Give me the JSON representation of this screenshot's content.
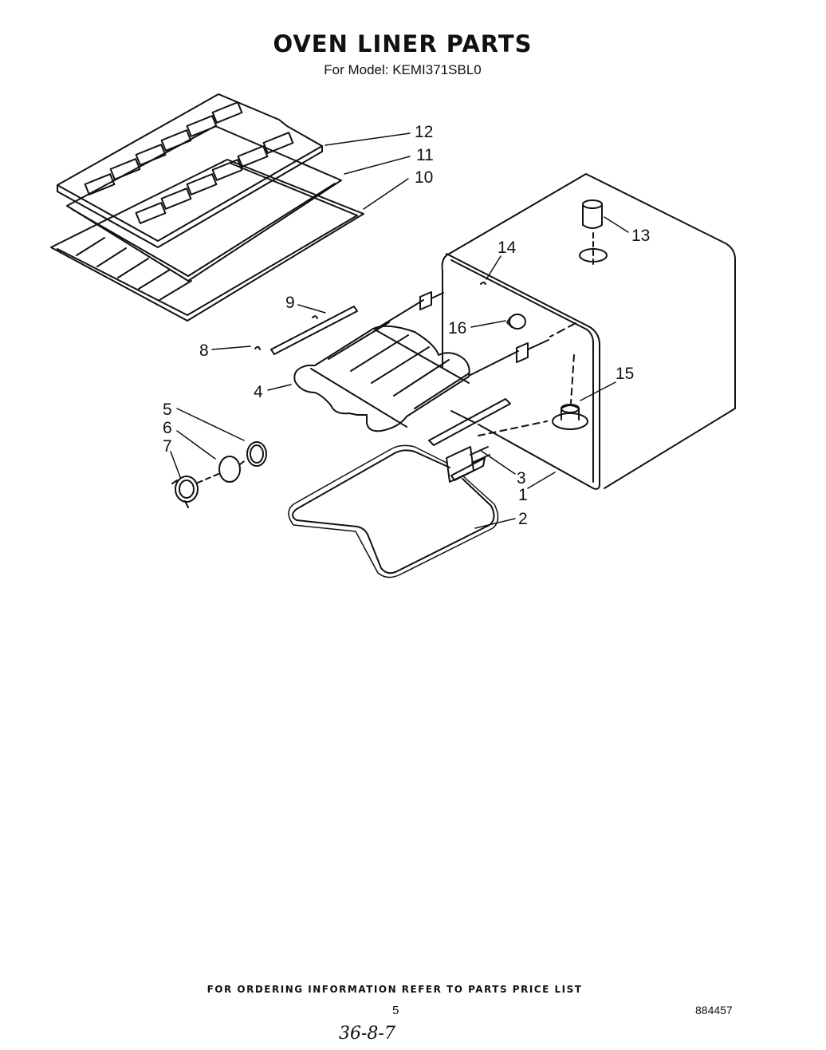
{
  "header": {
    "title": "OVEN LINER PARTS",
    "model_line": "For Model: KEMI371SBL0"
  },
  "callouts": [
    "1",
    "2",
    "3",
    "4",
    "5",
    "6",
    "7",
    "8",
    "9",
    "10",
    "11",
    "12",
    "13",
    "14",
    "15",
    "16"
  ],
  "footer": {
    "ordering_note": "FOR ORDERING INFORMATION REFER TO PARTS PRICE LIST",
    "page_number": "5",
    "doc_code": "884457",
    "handwritten_note": "36-8-7"
  }
}
